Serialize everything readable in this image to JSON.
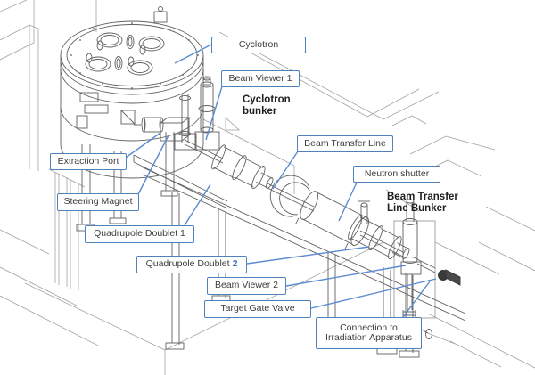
{
  "callouts": {
    "cyclotron": {
      "text": "Cyclotron"
    },
    "beam_viewer_1": {
      "text": "Beam Viewer 1"
    },
    "beam_transfer_line": {
      "text": "Beam Transfer Line"
    },
    "neutron_shutter": {
      "text": "Neutron shutter"
    },
    "extraction_port": {
      "text": "Extraction Port"
    },
    "steering_magnet": {
      "text": "Steering Magnet"
    },
    "quadrupole_doublet_1": {
      "text": "Quadrupole Doublet 1"
    },
    "quadrupole_doublet_2": {
      "text": "Quadrupole Doublet",
      "accent_suffix": "2"
    },
    "beam_viewer_2": {
      "text": "Beam Viewer 2"
    },
    "target_gate_valve": {
      "text": "Target Gate Valve"
    },
    "connection_to_irradiation_apparatus": {
      "line1": "Connection to",
      "line2": "Irradiation Apparatus"
    }
  },
  "region_labels": {
    "cyclotron_bunker": {
      "line1": "Cyclotron",
      "line2": "bunker"
    },
    "beam_transfer_line_bunker": {
      "line1": "Beam Transfer",
      "line2": "Line Bunker"
    }
  },
  "colors": {
    "callout_border": "#4f81bd",
    "leader_line": "#5b8bd0",
    "callout_text": "#3d3d3d",
    "accent_number": "#4472c4",
    "region_label_text": "#1f1f1f",
    "drawing_line": "#606060",
    "background_line": "#a3a3a3",
    "background": "#ffffff"
  }
}
